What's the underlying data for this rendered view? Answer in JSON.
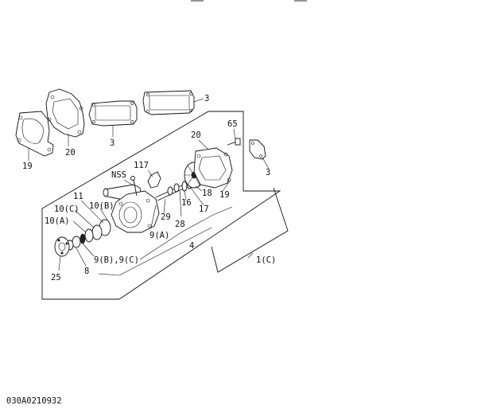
{
  "drawing_code": "030A0210932",
  "labels": {
    "p3a": "3",
    "p3b": "3",
    "p3c": "3",
    "p19a": "19",
    "p20a": "20",
    "p65": "65",
    "p20b": "20",
    "p117": "117",
    "nss": "NSS",
    "p18": "18",
    "p19b": "19",
    "p11": "11",
    "p10c": "10(C)",
    "p10b": "10(B)",
    "p10a": "10(A)",
    "p16": "16",
    "p17": "17",
    "p29": "29",
    "p28": "28",
    "p9a": "9(A)",
    "p4": "4",
    "p9bc": "9(B),9(C)",
    "p25": "25",
    "p8": "8",
    "p1c": "1(C)"
  }
}
